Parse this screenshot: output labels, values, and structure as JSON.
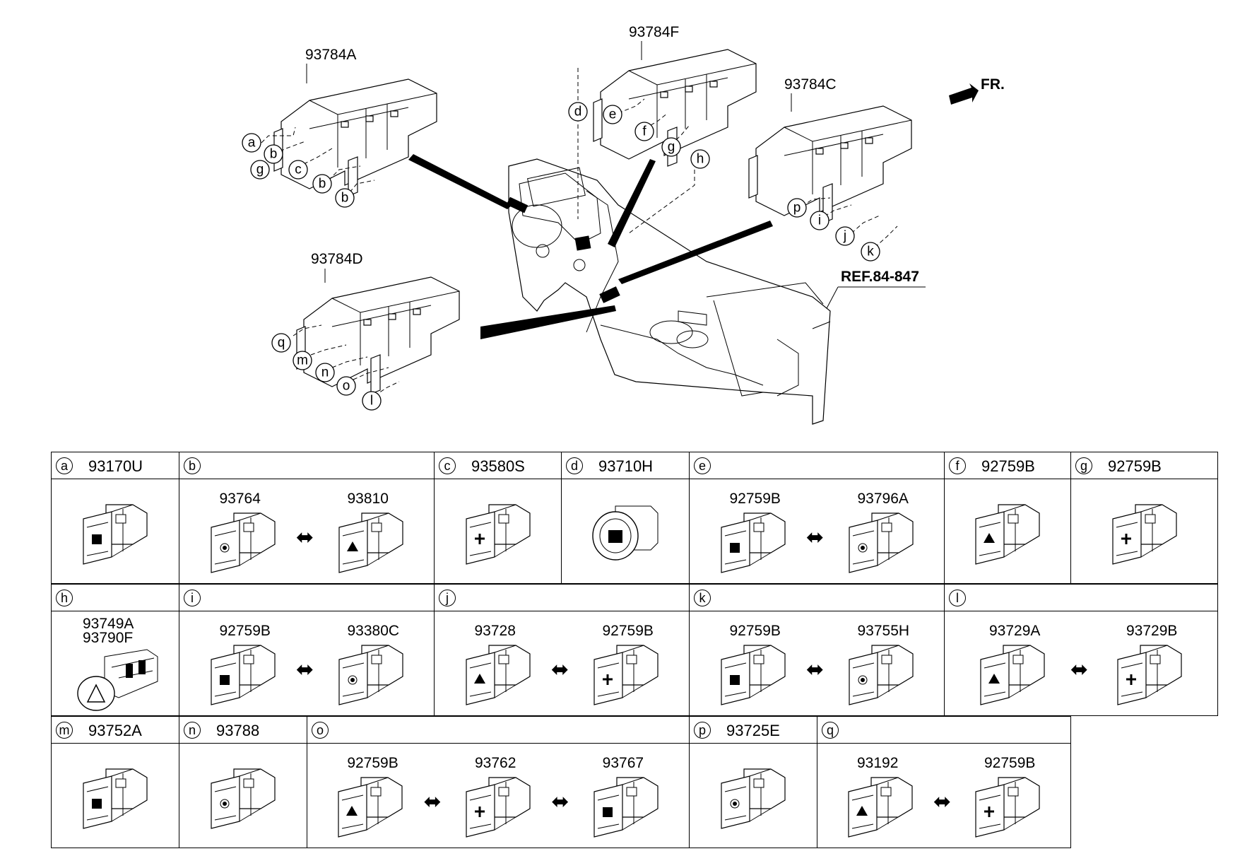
{
  "diagram": {
    "assemblies": [
      "93784A",
      "93784F",
      "93784C",
      "93784D"
    ],
    "front_label": "FR.",
    "reference": "REF.84-847",
    "callouts": [
      "a",
      "b",
      "g",
      "c",
      "b",
      "b",
      "d",
      "e",
      "f",
      "g",
      "h",
      "p",
      "i",
      "j",
      "k",
      "q",
      "m",
      "n",
      "o",
      "l"
    ]
  },
  "table": {
    "rows": [
      [
        {
          "letter": "a",
          "header": "93170U",
          "parts": []
        },
        {
          "letter": "b",
          "header": "",
          "parts": [
            "93764",
            "93810"
          ]
        },
        {
          "letter": "c",
          "header": "93580S",
          "parts": []
        },
        {
          "letter": "d",
          "header": "93710H",
          "parts": []
        },
        {
          "letter": "e",
          "header": "",
          "parts": [
            "92759B",
            "93796A"
          ]
        },
        {
          "letter": "f",
          "header": "92759B",
          "parts": []
        },
        {
          "letter": "g",
          "header": "92759B",
          "parts": []
        }
      ],
      [
        {
          "letter": "h",
          "header": "",
          "parts": [
            "93749A",
            "93790F"
          ]
        },
        {
          "letter": "i",
          "header": "",
          "parts": [
            "92759B",
            "93380C"
          ]
        },
        {
          "letter": "j",
          "header": "",
          "parts": [
            "93728",
            "92759B"
          ]
        },
        {
          "letter": "k",
          "header": "",
          "parts": [
            "92759B",
            "93755H"
          ]
        },
        {
          "letter": "l",
          "header": "",
          "parts": [
            "93729A",
            "93729B"
          ]
        }
      ],
      [
        {
          "letter": "m",
          "header": "93752A",
          "parts": []
        },
        {
          "letter": "n",
          "header": "93788",
          "parts": []
        },
        {
          "letter": "o",
          "header": "",
          "parts": [
            "92759B",
            "93762",
            "93767"
          ]
        },
        {
          "letter": "p",
          "header": "93725E",
          "parts": []
        },
        {
          "letter": "q",
          "header": "",
          "parts": [
            "93192",
            "92759B"
          ]
        }
      ]
    ]
  }
}
